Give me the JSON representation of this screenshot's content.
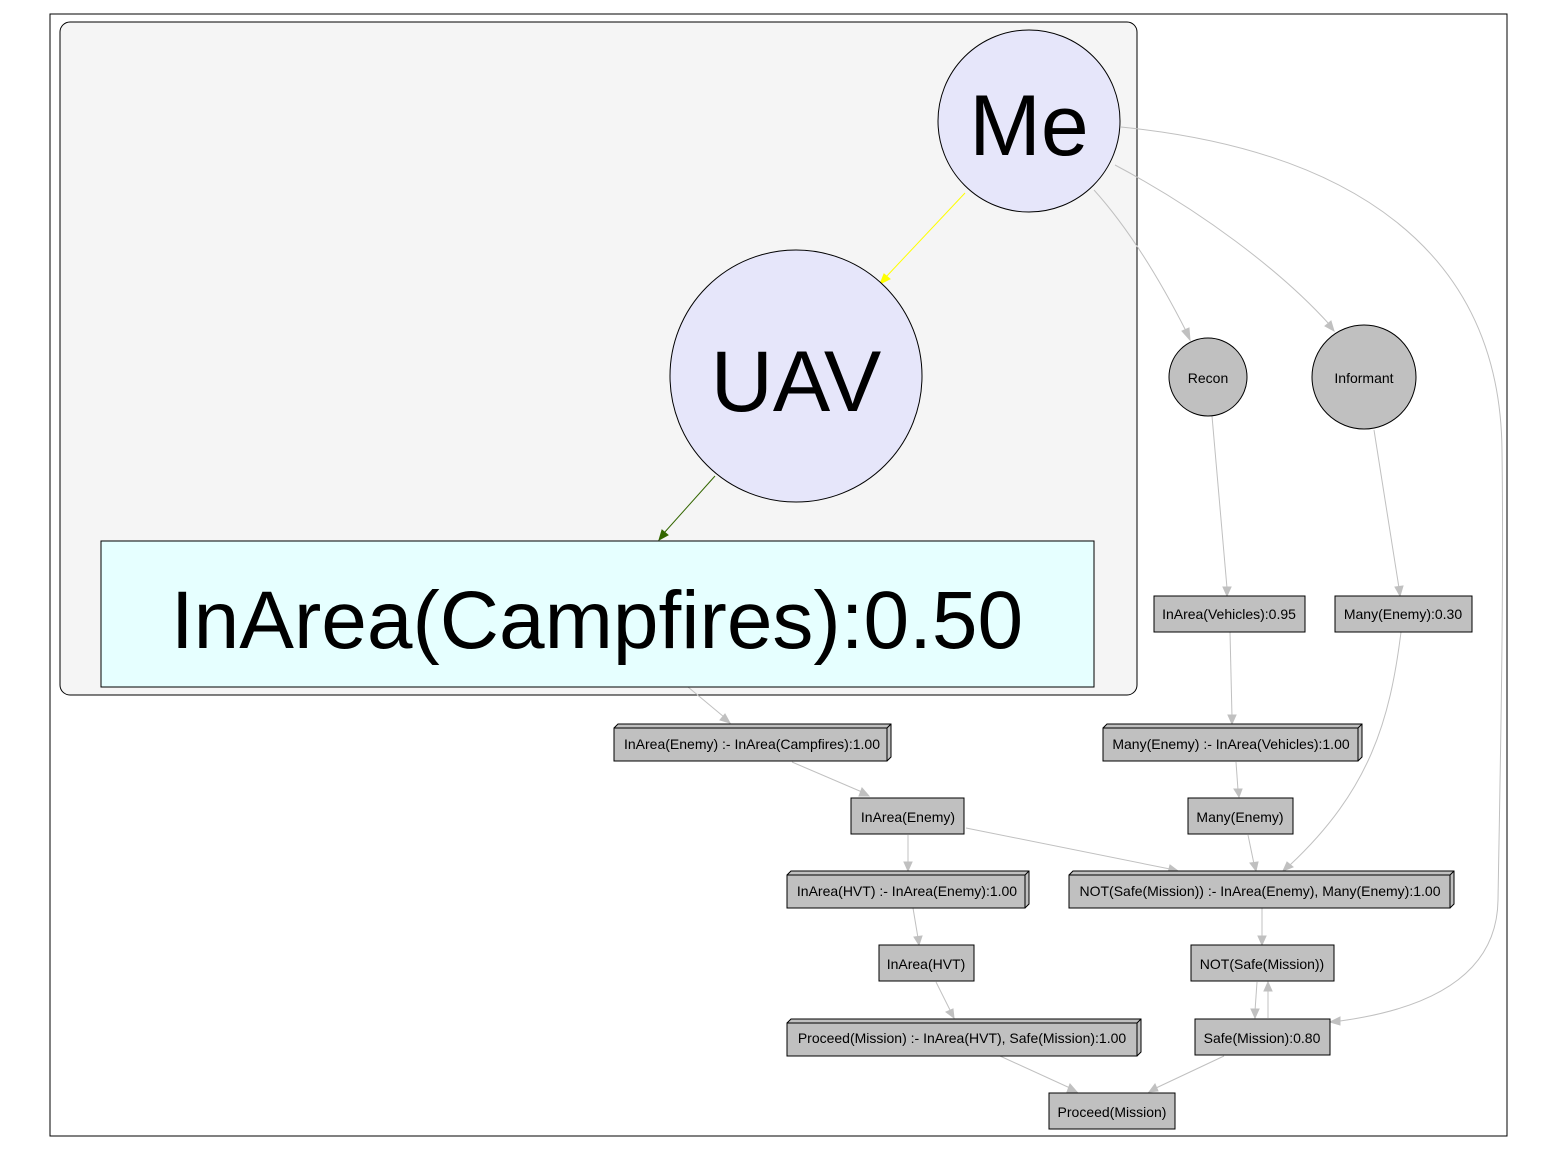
{
  "nodes": {
    "me": "Me",
    "uav": "UAV",
    "campfires": "InArea(Campfires):0.50",
    "recon": "Recon",
    "informant": "Informant",
    "vehicles": "InArea(Vehicles):0.95",
    "many_enemy_prior": "Many(Enemy):0.30",
    "rule_enemy": "InArea(Enemy) :- InArea(Campfires):1.00",
    "rule_many": "Many(Enemy) :- InArea(Vehicles):1.00",
    "inarea_enemy": "InArea(Enemy)",
    "many_enemy": "Many(Enemy)",
    "rule_hvt": "InArea(HVT) :- InArea(Enemy):1.00",
    "rule_notsafe": "NOT(Safe(Mission)) :- InArea(Enemy), Many(Enemy):1.00",
    "inarea_hvt": "InArea(HVT)",
    "notsafe": "NOT(Safe(Mission))",
    "rule_proceed": "Proceed(Mission) :- InArea(HVT), Safe(Mission):1.00",
    "safe": "Safe(Mission):0.80",
    "proceed": "Proceed(Mission)"
  },
  "colors": {
    "cluster_fill": "#f5f5f5",
    "highlight_circle": "#e6e6fa",
    "highlight_box": "#e6ffff",
    "node_gray": "#c0c0c0",
    "edge_gray": "#c0c0c0",
    "edge_me_uav": "#ffff00",
    "edge_uav_campfires": "#336600"
  }
}
